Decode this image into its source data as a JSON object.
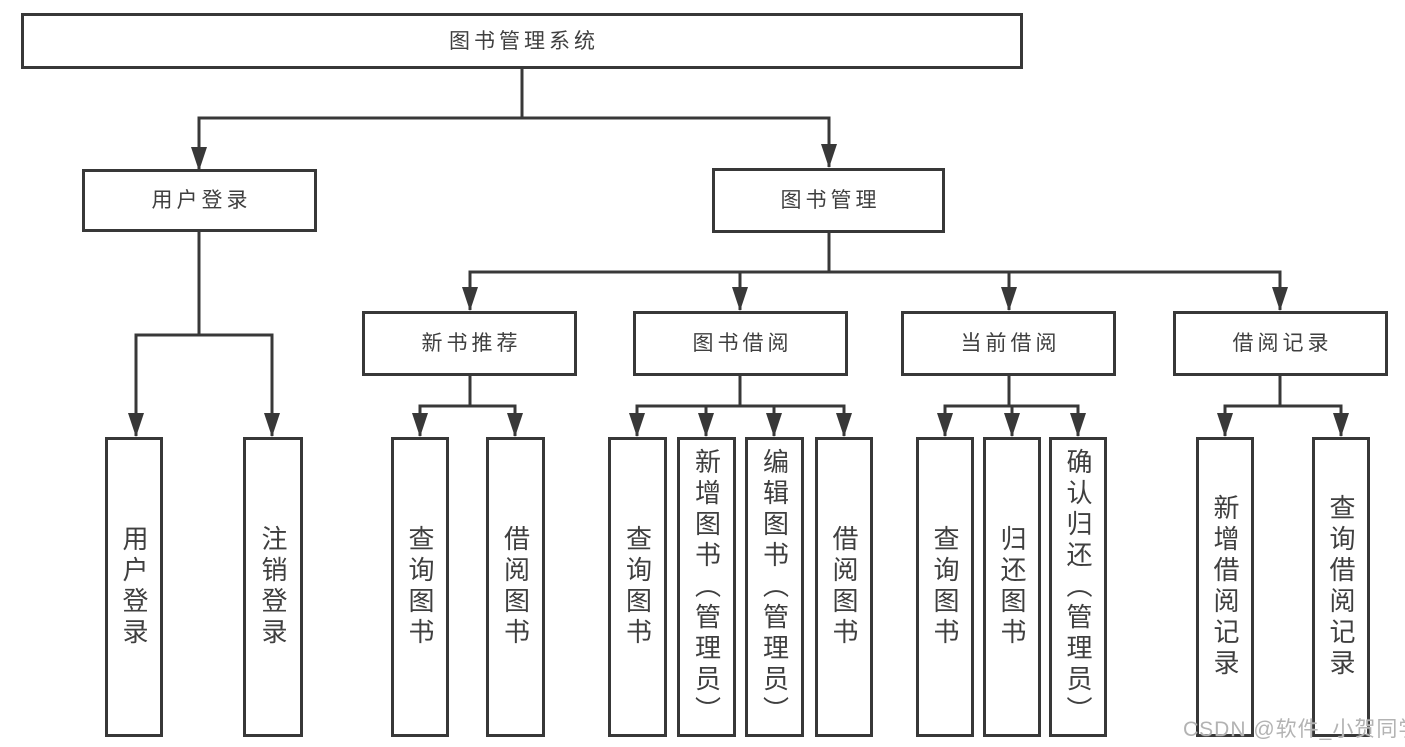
{
  "diagram_title": "图书管理系统",
  "tree": {
    "root": {
      "label": "图书管理系统",
      "children": [
        {
          "label": "用户登录",
          "children": [
            {
              "label": "用户登录"
            },
            {
              "label": "注销登录"
            }
          ]
        },
        {
          "label": "图书管理",
          "children": [
            {
              "label": "新书推荐",
              "children": [
                {
                  "label": "查询图书"
                },
                {
                  "label": "借阅图书"
                }
              ]
            },
            {
              "label": "图书借阅",
              "children": [
                {
                  "label": "查询图书"
                },
                {
                  "label": "新增图书（管理员）"
                },
                {
                  "label": "编辑图书（管理员）"
                },
                {
                  "label": "借阅图书"
                }
              ]
            },
            {
              "label": "当前借阅",
              "children": [
                {
                  "label": "查询图书"
                },
                {
                  "label": "归还图书"
                },
                {
                  "label": "确认归还（管理员）"
                }
              ]
            },
            {
              "label": "借阅记录",
              "children": [
                {
                  "label": "新增借阅记录"
                },
                {
                  "label": "查询借阅记录"
                }
              ]
            }
          ]
        }
      ]
    }
  },
  "watermark": {
    "text": "CSDN @软件_小贺同学"
  },
  "colors": {
    "line": "#383838",
    "box_border": "#383838",
    "text": "#3f3f3f",
    "watermark": "#b3b3b3",
    "background": "#ffffff"
  }
}
